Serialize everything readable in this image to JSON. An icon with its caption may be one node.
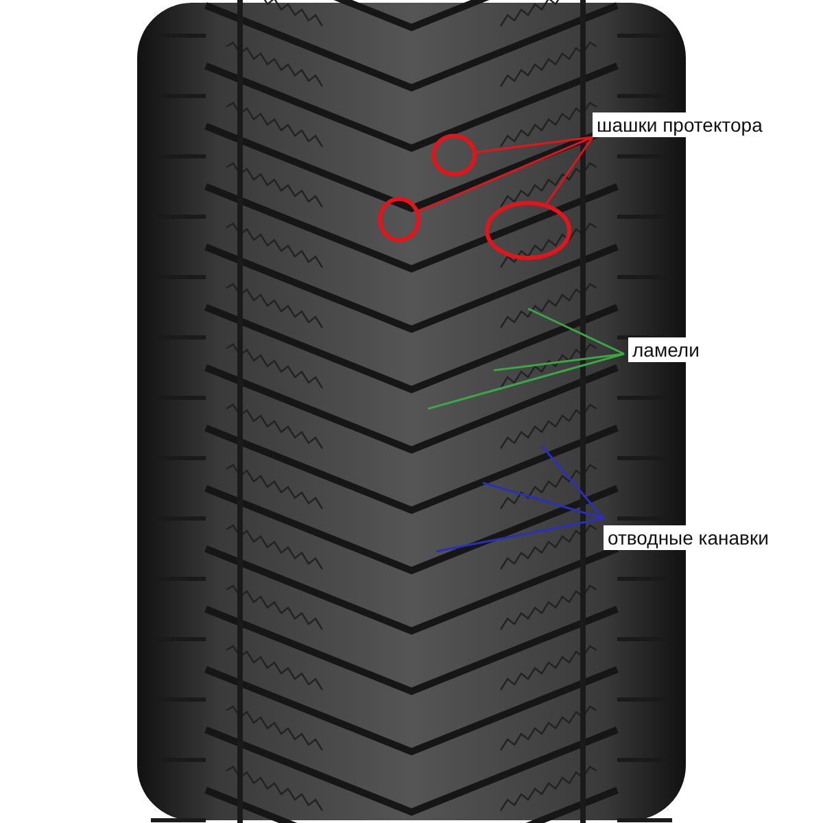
{
  "diagram": {
    "nodes": [
      {
        "text": [
          "шашки протектора"
        ]
      },
      {
        "text": [],
        "shape": "circle"
      },
      {
        "text": [],
        "shape": "circle"
      },
      {
        "text": [],
        "shape": "circle"
      },
      {
        "text": [
          "ламели"
        ]
      },
      {
        "text": [
          "отводные канавки"
        ]
      }
    ],
    "edges": [
      {
        "from": 0,
        "to": 1,
        "arrow": "none",
        "color": "#e3151a"
      },
      {
        "from": 0,
        "to": 2,
        "arrow": "none",
        "color": "#e3151a"
      },
      {
        "from": 0,
        "to": 3,
        "arrow": "none",
        "color": "#e3151a"
      },
      {
        "from": 4,
        "to": null,
        "arrow": "none",
        "color": "#3aa845"
      },
      {
        "from": 4,
        "to": null,
        "arrow": "none",
        "color": "#3aa845"
      },
      {
        "from": 4,
        "to": null,
        "arrow": "none",
        "color": "#3aa845"
      },
      {
        "from": 5,
        "to": null,
        "arrow": "none",
        "color": "#2a2fc0"
      },
      {
        "from": 5,
        "to": null,
        "arrow": "none",
        "color": "#2a2fc0"
      },
      {
        "from": 5,
        "to": null,
        "arrow": "none",
        "color": "#2a2fc0"
      }
    ]
  }
}
